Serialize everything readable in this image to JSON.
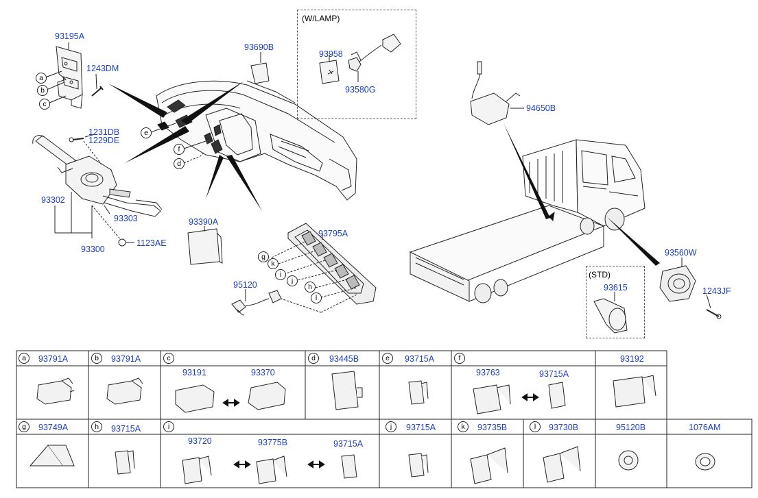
{
  "variants": {
    "w_lamp": "(W/LAMP)",
    "std": "(STD)"
  },
  "callouts": {
    "p93195A": "93195A",
    "p1243DM": "1243DM",
    "p93690B": "93690B",
    "p93958": "93958",
    "p93580G": "93580G",
    "p94650B": "94650B",
    "p1231DB": "1231DB",
    "p1229DE": "1229DE",
    "p93302": "93302",
    "p93303": "93303",
    "p93300": "93300",
    "p1123AE": "1123AE",
    "p93390A": "93390A",
    "p93795A": "93795A",
    "p95120": "95120",
    "p93560W": "93560W",
    "p93615": "93615",
    "p1243JF": "1243JF"
  },
  "ref_letters": {
    "a": "a",
    "b": "b",
    "c": "c",
    "d": "d",
    "e": "e",
    "f": "f",
    "g": "g",
    "h": "h",
    "i": "i",
    "j": "j",
    "k": "k",
    "l": "l"
  },
  "table": {
    "row1": {
      "a": {
        "letter": "a",
        "part": "93791A"
      },
      "b": {
        "letter": "b",
        "part": "93791A"
      },
      "c": {
        "letter": "c",
        "parts": [
          "93191",
          "93370"
        ]
      },
      "d": {
        "letter": "d",
        "part": "93445B"
      },
      "e": {
        "letter": "e",
        "part": "93715A"
      },
      "f": {
        "letter": "f",
        "parts": [
          "93763",
          "93715A"
        ]
      },
      "n": {
        "part": "93192"
      }
    },
    "row2": {
      "g": {
        "letter": "g",
        "part": "93749A"
      },
      "h": {
        "letter": "h",
        "part": "93715A"
      },
      "i": {
        "letter": "i",
        "parts": [
          "93720",
          "93775B",
          "93715A"
        ]
      },
      "j": {
        "letter": "j",
        "part": "93715A"
      },
      "k": {
        "letter": "k",
        "part": "93735B"
      },
      "l": {
        "letter": "l",
        "part": "93730B"
      },
      "m": {
        "part": "95120B"
      },
      "o": {
        "part": "1076AM"
      }
    }
  }
}
